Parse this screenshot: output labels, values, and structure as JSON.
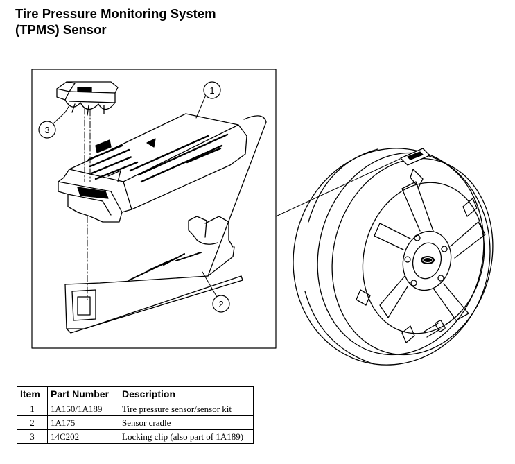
{
  "title": {
    "line1": "Tire Pressure Monitoring System",
    "line2": "(TPMS) Sensor"
  },
  "callouts": [
    "1",
    "2",
    "3"
  ],
  "table": {
    "headers": [
      "Item",
      "Part Number",
      "Description"
    ],
    "rows": [
      [
        "1",
        "1A150/1A189",
        "Tire pressure sensor/sensor kit"
      ],
      [
        "2",
        "1A175",
        "Sensor cradle"
      ],
      [
        "3",
        "14C202",
        "Locking clip (also part of 1A189)"
      ]
    ]
  }
}
